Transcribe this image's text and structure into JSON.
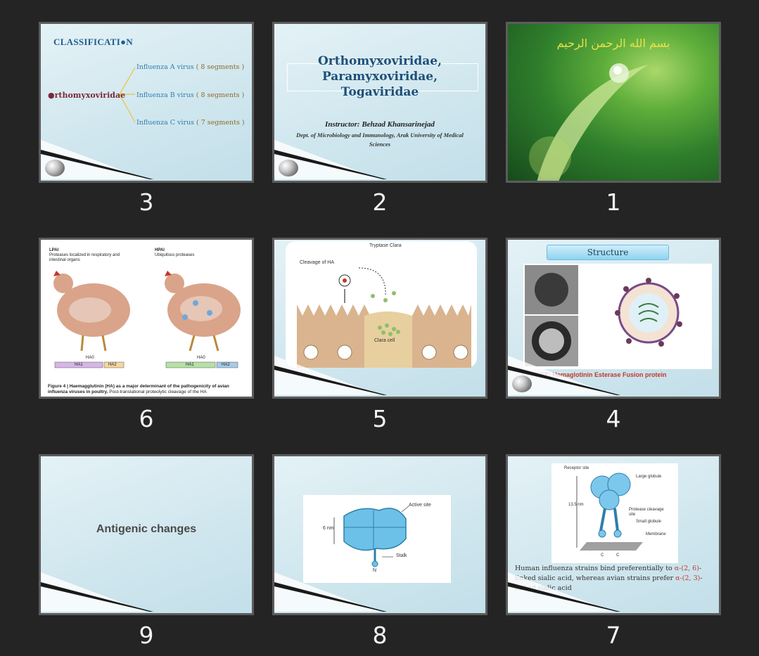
{
  "slides": [
    {
      "number": "3",
      "title": "CLASSIFICATI●N",
      "root": "●rthomyxoviridae",
      "branches": [
        {
          "name": "Influenza A virus",
          "segments": "( 8 segments )"
        },
        {
          "name": "Influenza B virus",
          "segments": "( 8 segments )"
        },
        {
          "name": "Influenza C virus",
          "segments": "( 7 segments )"
        }
      ]
    },
    {
      "number": "2",
      "title_lines": [
        "Orthomyxoviridae,",
        "Paramyxoviridae,",
        "Togaviridae"
      ],
      "instructor": "Instructor: Behzad Khansarinejad",
      "dept": "Dept. of Microbiology and Immunology, Arak University of Medical Sciences"
    },
    {
      "number": "1",
      "text": "بسم الله الرحمن الرحيم"
    },
    {
      "number": "6",
      "lpai_title": "LPAI",
      "lpai_sub": "Proteases localized in respiratory and intestinal organs",
      "hpai_title": "HPAI",
      "hpai_sub": "Ubiquitous proteases",
      "ha0": "HA0",
      "ha1": "HA1",
      "ha2": "HA2",
      "caption_bold": "Figure 4 | Haemagglutinin (HA) as a major determinant of the pathogenicity of avian influenza viruses in poultry.",
      "caption_rest": "Post-translational proteolytic cleavage of the HA"
    },
    {
      "number": "5",
      "tryptase": "Tryptase Clara",
      "cleavage": "Cleavage of HA",
      "clara": "Clara cell"
    },
    {
      "number": "4",
      "heading": "Structure",
      "footer": "HEF: Hemaglotinin Esterase Fusion protein"
    },
    {
      "number": "9",
      "text": "Antigenic changes"
    },
    {
      "number": "8",
      "active_site": "Active site",
      "size": "6 nm",
      "stalk": "Stalk",
      "n": "N"
    },
    {
      "number": "7",
      "labels": {
        "receptor": "Receptor site",
        "large": "Large globule",
        "size": "13.5 nm",
        "protease": "Protease cleavage site",
        "small": "Small globule",
        "membrane": "Membrane",
        "c": "C"
      },
      "text_1": "Human influenza strains bind preferentially to ",
      "alpha_26": "α-(2, 6)",
      "text_2": "-linked sialic acid, whereas avian strains prefer ",
      "alpha_23": "α-(2, 3)",
      "text_3": "- linked sialic acid"
    }
  ]
}
